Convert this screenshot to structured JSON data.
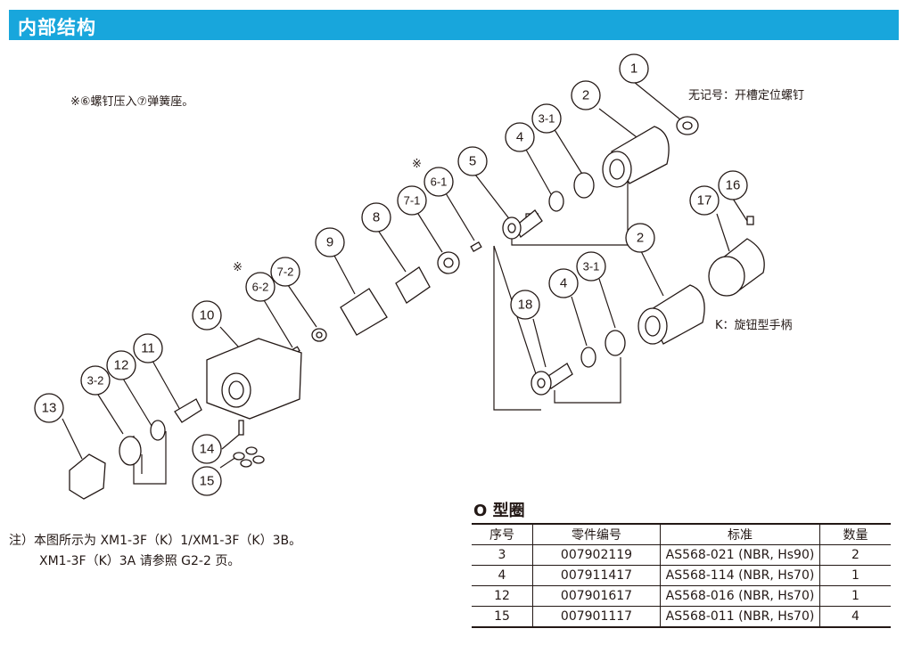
{
  "header": {
    "title": "内部结构"
  },
  "notes": {
    "screw_note": "※⑥螺钉压入⑦弹簧座。",
    "legend_none": "无记号：开槽定位螺钉",
    "legend_k": "K：旋钮型手柄",
    "marker": "※",
    "footnote_line1": "注）本图所示为 XM1-3F（K）1/XM1-3F（K）3B。",
    "footnote_line2": "XM1-3F（K）3A 请参照 G2-2 页。"
  },
  "callouts": {
    "c1": "1",
    "c2a": "2",
    "c2b": "2",
    "c31a": "3-1",
    "c31b": "3-1",
    "c32": "3-2",
    "c4a": "4",
    "c4b": "4",
    "c5": "5",
    "c61": "6-1",
    "c62": "6-2",
    "c71": "7-1",
    "c72": "7-2",
    "c8": "8",
    "c9": "9",
    "c10": "10",
    "c11": "11",
    "c12": "12",
    "c13": "13",
    "c14": "14",
    "c15": "15",
    "c16": "16",
    "c17": "17",
    "c18": "18"
  },
  "oring_table": {
    "title": "O 型圈",
    "headers": [
      "序号",
      "零件编号",
      "标准",
      "数量"
    ],
    "rows": [
      [
        "3",
        "007902119",
        "AS568-021 (NBR, Hs90)",
        "2"
      ],
      [
        "4",
        "007911417",
        "AS568-114 (NBR, Hs70)",
        "1"
      ],
      [
        "12",
        "007901617",
        "AS568-016 (NBR, Hs70)",
        "1"
      ],
      [
        "15",
        "007901117",
        "AS568-011 (NBR, Hs70)",
        "4"
      ]
    ]
  }
}
